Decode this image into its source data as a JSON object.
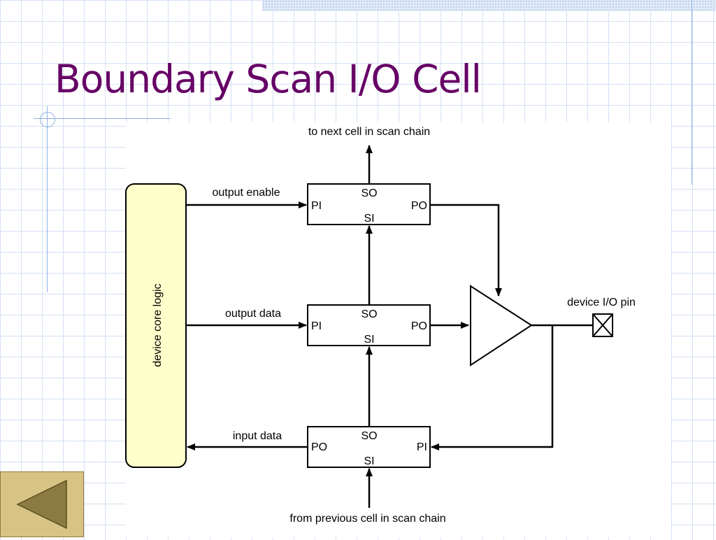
{
  "slide": {
    "title": "Boundary Scan I/O Cell"
  },
  "diagram": {
    "core_logic_label": "device core logic",
    "top_chain_label": "to next cell in scan chain",
    "bottom_chain_label": "from previous cell in scan chain",
    "pin_label": "device I/O pin",
    "signals": {
      "output_enable": "output enable",
      "output_data": "output data",
      "input_data": "input data"
    },
    "cells": [
      {
        "so": "SO",
        "si": "SI",
        "left_port": "PI",
        "right_port": "PO"
      },
      {
        "so": "SO",
        "si": "SI",
        "left_port": "PI",
        "right_port": "PO"
      },
      {
        "so": "SO",
        "si": "SI",
        "left_port": "PO",
        "right_port": "PI"
      }
    ]
  },
  "colors": {
    "title": "#660066",
    "core_logic_fill": "#ffffcc",
    "back_button_fill": "#d7c484",
    "back_button_arrow": "#8b7a42"
  },
  "navigation": {
    "back_icon": "left-triangle-icon"
  }
}
